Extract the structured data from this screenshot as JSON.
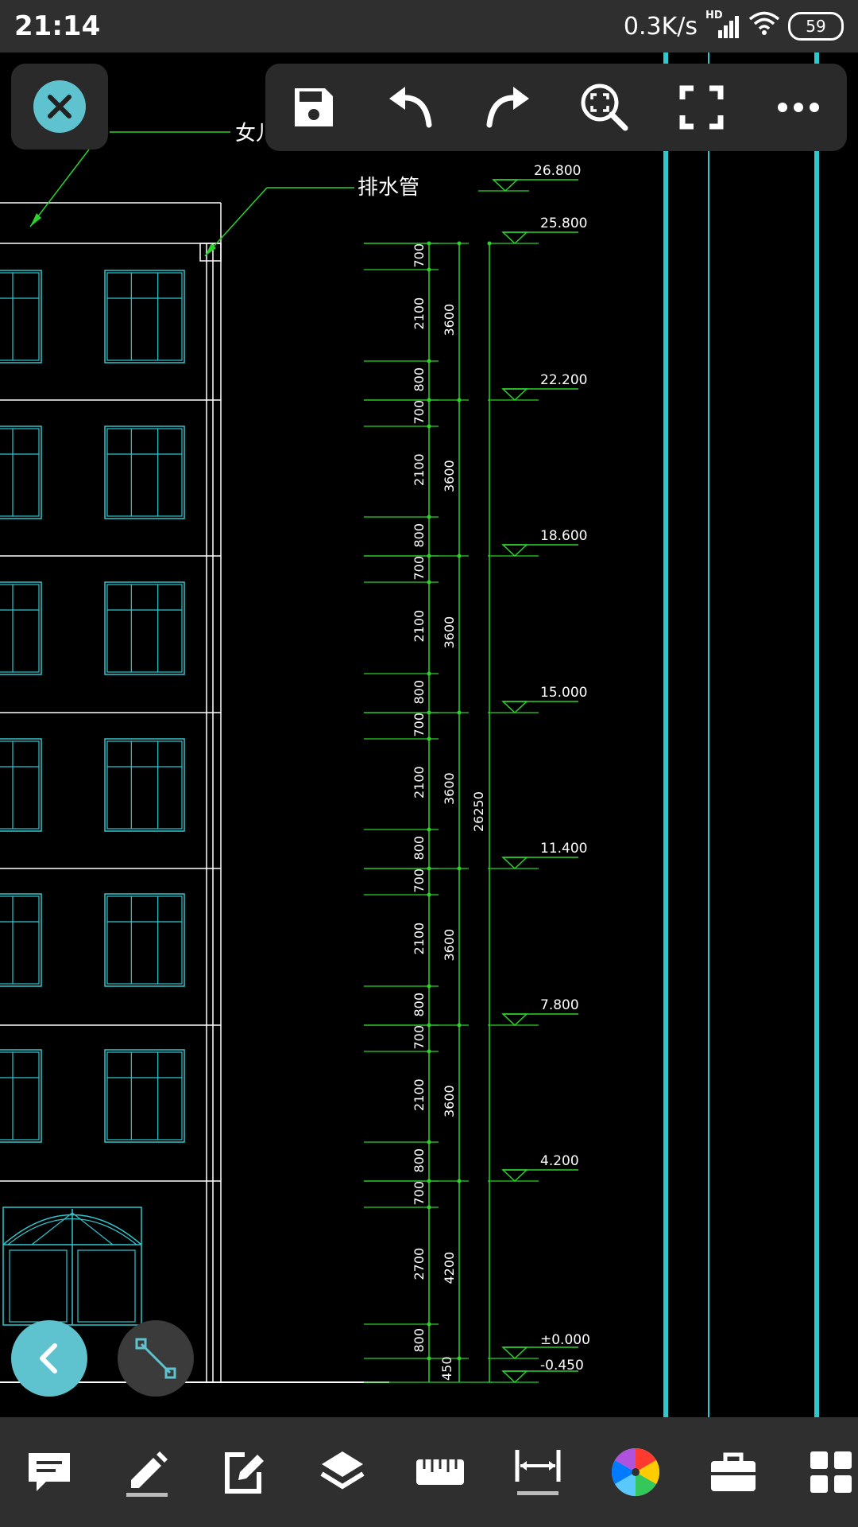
{
  "status_bar": {
    "time": "21:14",
    "network_speed": "0.3K/s",
    "network_badge": "HD",
    "battery": "59"
  },
  "drawing": {
    "leader_labels": {
      "parapet_partial": "女儿",
      "drain_pipe": "排水管"
    },
    "elevations": [
      "26.800",
      "25.800",
      "22.200",
      "18.600",
      "15.000",
      "11.400",
      "7.800",
      "4.200",
      "±0.000",
      "-0.450"
    ],
    "floor_dims": [
      [
        "700",
        "2100",
        "800",
        "3600"
      ],
      [
        "700",
        "2100",
        "800",
        "3600"
      ],
      [
        "700",
        "2100",
        "800",
        "3600"
      ],
      [
        "700",
        "2100",
        "800",
        "3600"
      ],
      [
        "700",
        "2100",
        "800",
        "3600"
      ],
      [
        "700",
        "2100",
        "800",
        "3600"
      ],
      [
        "700",
        "2700",
        "800",
        "4200"
      ]
    ],
    "bottom_dim": "450",
    "total_height": "26250"
  },
  "toolbar": [
    "save-icon",
    "undo-icon",
    "redo-icon",
    "zoom-fit-icon",
    "fullscreen-icon",
    "more-icon"
  ],
  "bottom_tools": [
    "comment-icon",
    "pencil-icon",
    "edit-icon",
    "layers-icon",
    "ruler-icon",
    "dimension-icon",
    "color-wheel-icon",
    "toolbox-icon",
    "grid-icon"
  ],
  "colors": {
    "accent": "#5ec3cf",
    "window_lines": "#2fc8cf",
    "dimension_lines": "#2bd32b",
    "building_lines": "#ffffff",
    "bar_bg": "#2f2f2f",
    "panel_bg": "#2a2a2a"
  }
}
